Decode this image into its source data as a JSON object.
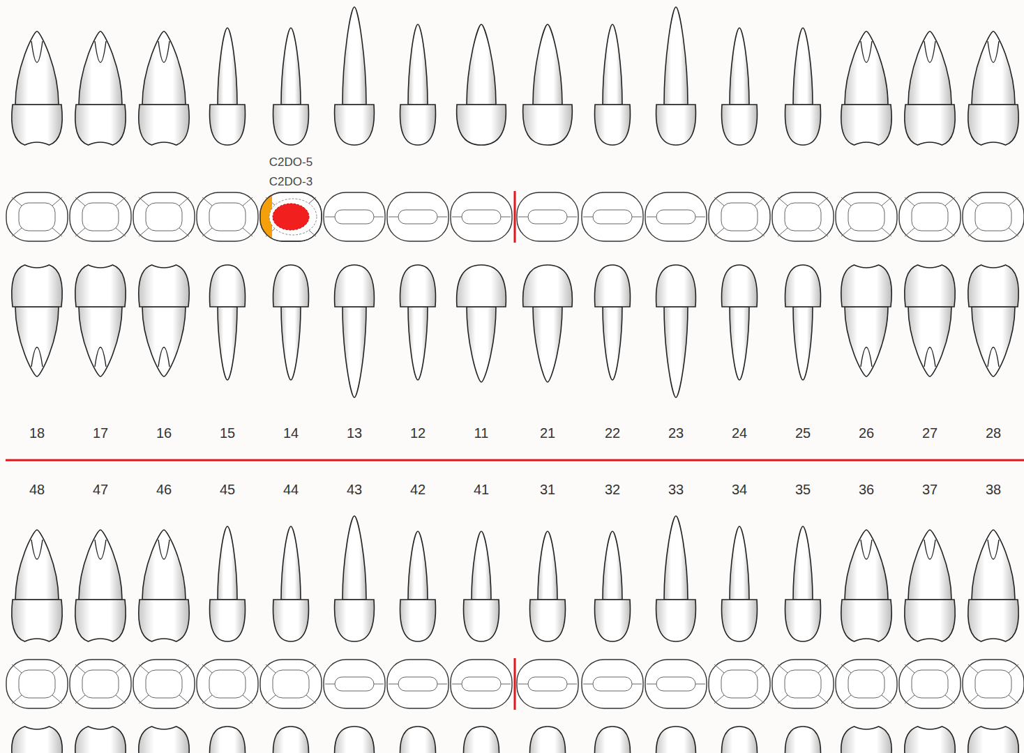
{
  "diagram": {
    "labels": [
      "C2DO-5",
      "C2DO-3",
      "18",
      "17",
      "16",
      "15",
      "14",
      "13",
      "12",
      "11",
      "21",
      "22",
      "23",
      "24",
      "25",
      "26",
      "27",
      "28",
      "48",
      "47",
      "46",
      "45",
      "44",
      "43",
      "42",
      "41",
      "31",
      "32",
      "33",
      "34",
      "35",
      "36",
      "37",
      "38"
    ]
  }
}
